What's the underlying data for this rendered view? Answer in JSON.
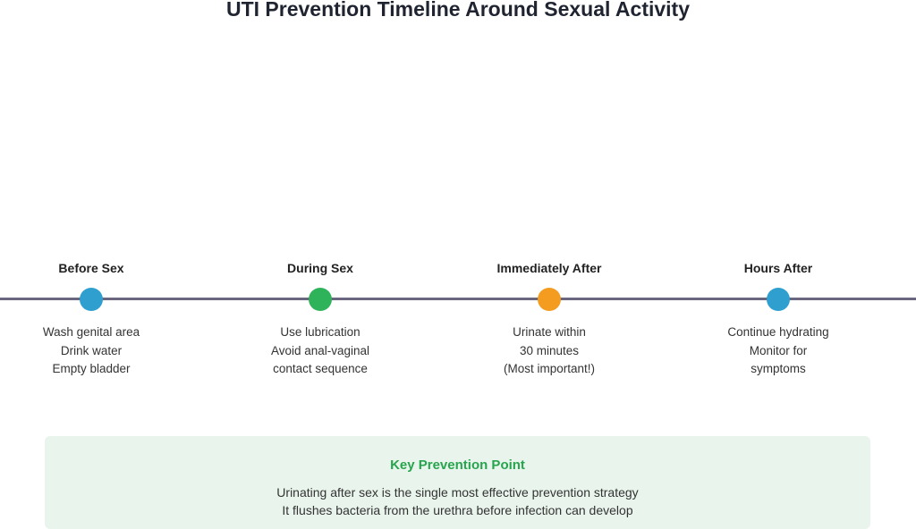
{
  "title": "UTI Prevention Timeline Around Sexual Activity",
  "timeline": {
    "line_color": "#6b6680",
    "stages": [
      {
        "label": "Before Sex",
        "color": "#2e9fcf",
        "items": [
          "Wash genital area",
          "Drink water",
          "Empty bladder"
        ]
      },
      {
        "label": "During Sex",
        "color": "#2fb35a",
        "items": [
          "Use lubrication",
          "Avoid anal-vaginal",
          "contact sequence"
        ]
      },
      {
        "label": "Immediately After",
        "color": "#f39c1f",
        "items": [
          "Urinate within",
          "30 minutes",
          "(Most important!)"
        ]
      },
      {
        "label": "Hours After",
        "color": "#2e9fcf",
        "items": [
          "Continue hydrating",
          "Monitor for",
          "symptoms"
        ]
      }
    ]
  },
  "key_point": {
    "title": "Key Prevention Point",
    "title_color": "#27a44e",
    "background": "#e9f5ec",
    "lines": [
      "Urinating after sex is the single most effective prevention strategy",
      "It flushes bacteria from the urethra before infection can develop"
    ]
  }
}
